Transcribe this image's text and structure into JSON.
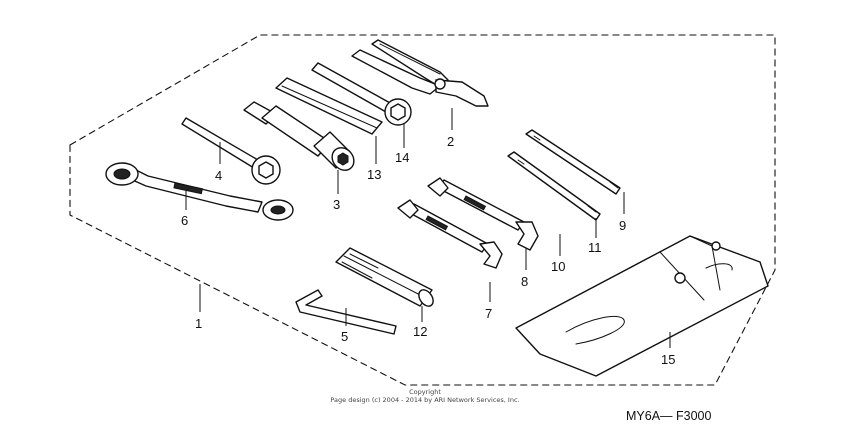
{
  "diagram": {
    "copyright_line1": "Copyright",
    "copyright_line2": "Page design (c) 2004 - 2014 by ARI Network Services, Inc.",
    "diagram_code": "MY6A—  F3000",
    "callouts": {
      "c1": "1",
      "c2": "2",
      "c3": "3",
      "c4": "4",
      "c5": "5",
      "c6": "6",
      "c7": "7",
      "c8": "8",
      "c9": "9",
      "c10": "10",
      "c11": "11",
      "c12": "12",
      "c13": "13",
      "c14": "14",
      "c15": "15"
    }
  }
}
